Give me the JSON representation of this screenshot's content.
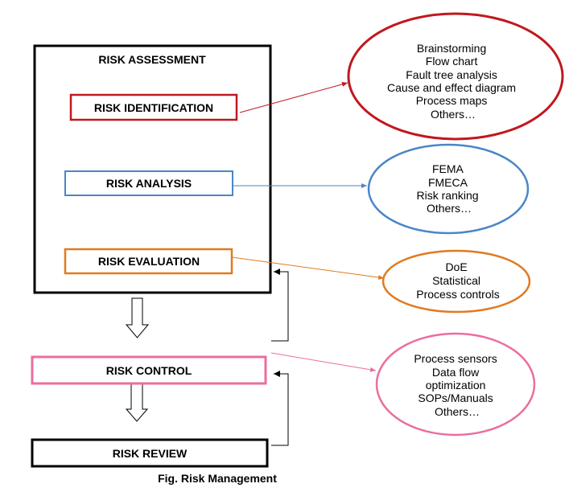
{
  "assessment": {
    "title": "RISK ASSESSMENT"
  },
  "steps": {
    "identification": "RISK IDENTIFICATION",
    "analysis": "RISK ANALYSIS",
    "evaluation": "RISK EVALUATION",
    "control": "RISK CONTROL",
    "review": "RISK REVIEW"
  },
  "tools": {
    "identification": [
      "Brainstorming",
      "Flow chart",
      "Fault tree analysis",
      "Cause and effect diagram",
      "Process maps",
      "Others…"
    ],
    "analysis": [
      "FEMA",
      "FMECA",
      "Risk ranking",
      "Others…"
    ],
    "evaluation": [
      "DoE",
      "Statistical",
      "Process controls"
    ],
    "control": [
      "Process sensors",
      "Data flow",
      "optimization",
      "SOPs/Manuals",
      "Others…"
    ]
  },
  "colors": {
    "identification": "#c0181e",
    "analysis": "#4a86c8",
    "evaluation": "#e07b20",
    "control": "#ea6ea0",
    "black": "#000000"
  },
  "caption": "Fig. Risk Management"
}
